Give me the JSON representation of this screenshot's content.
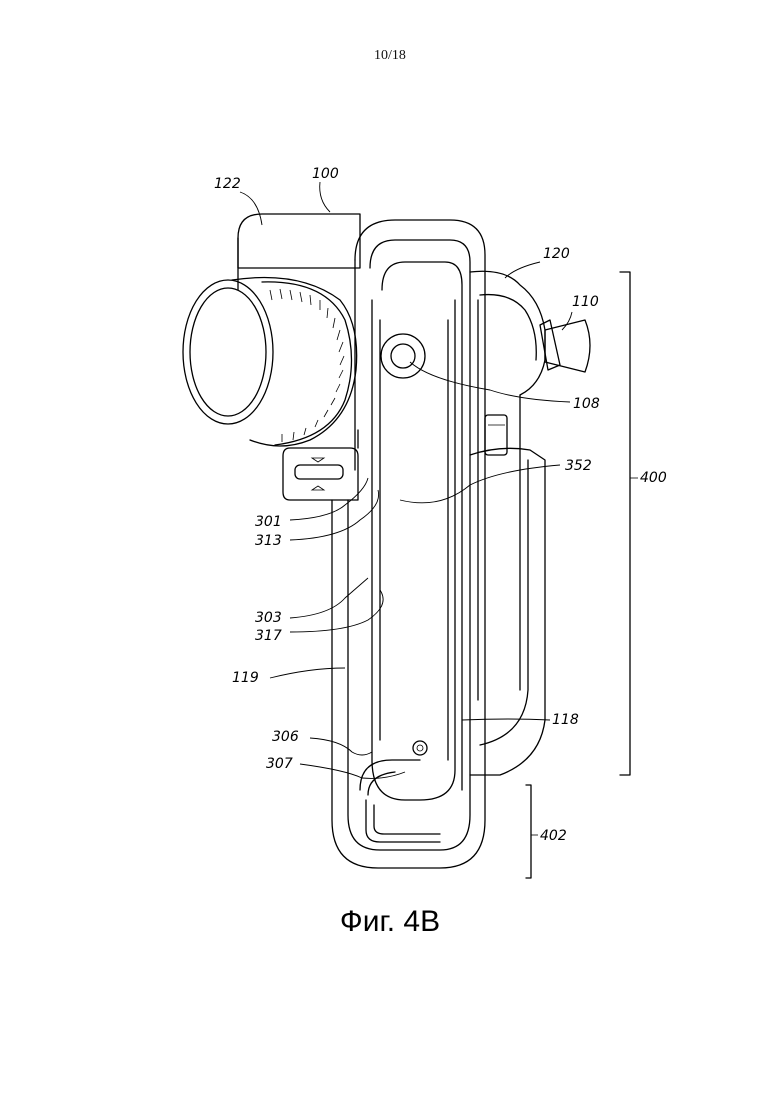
{
  "page_number": "10/18",
  "figure_caption": "Фиг. 4В",
  "labels": {
    "l122": "122",
    "l100": "100",
    "l120": "120",
    "l110": "110",
    "l108": "108",
    "l352": "352",
    "l400": "400",
    "l301": "301",
    "l313": "313",
    "l303": "303",
    "l317": "317",
    "l119": "119",
    "l118": "118",
    "l306": "306",
    "l307": "307",
    "l402": "402"
  }
}
